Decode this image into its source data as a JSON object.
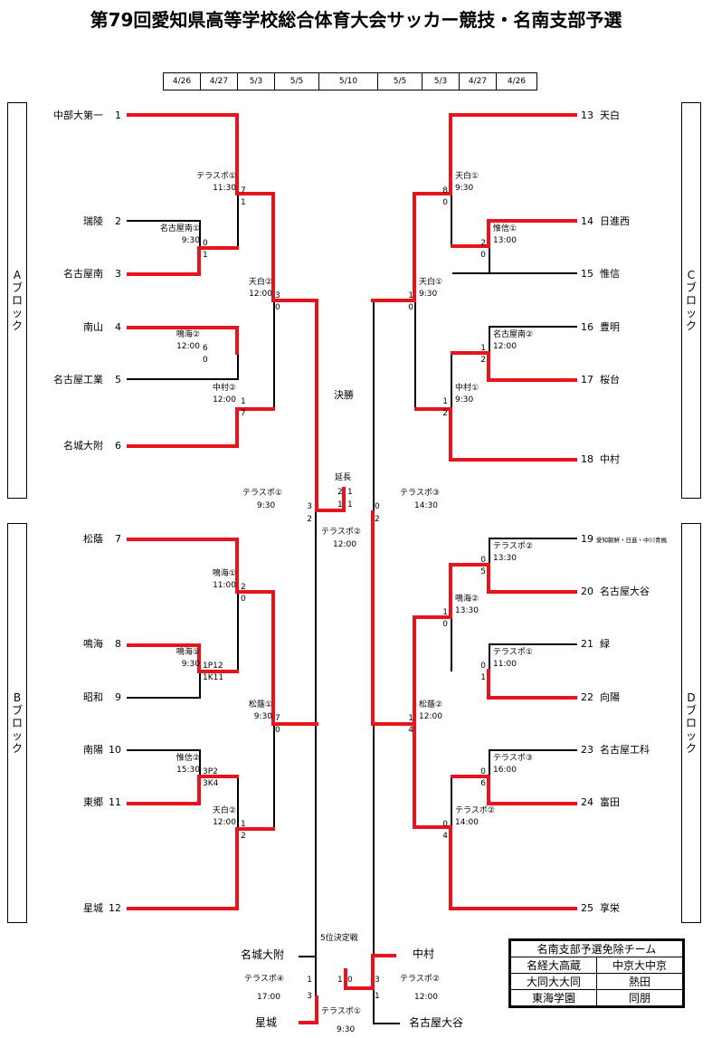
{
  "title": "第79回愛知県高等学校総合体育大会サッカー競技・名南支部予選",
  "dates": [
    "4/26",
    "4/27",
    "5/3",
    "5/5",
    "5/10",
    "5/5",
    "5/3",
    "4/27",
    "4/26"
  ],
  "blocks": {
    "a": "Aブロック",
    "b": "Bブロック",
    "c": "Cブロック",
    "d": "Dブロック"
  },
  "teams": {
    "t1": {
      "num": "1",
      "name": "中部大第一"
    },
    "t2": {
      "num": "2",
      "name": "瑞陵"
    },
    "t3": {
      "num": "3",
      "name": "名古屋南"
    },
    "t4": {
      "num": "4",
      "name": "南山"
    },
    "t5": {
      "num": "5",
      "name": "名古屋工業"
    },
    "t6": {
      "num": "6",
      "name": "名城大附"
    },
    "t7": {
      "num": "7",
      "name": "松蔭"
    },
    "t8": {
      "num": "8",
      "name": "鳴海"
    },
    "t9": {
      "num": "9",
      "name": "昭和"
    },
    "t10": {
      "num": "10",
      "name": "南陽"
    },
    "t11": {
      "num": "11",
      "name": "東郷"
    },
    "t12": {
      "num": "12",
      "name": "星城"
    },
    "t13": {
      "num": "13",
      "name": "天白"
    },
    "t14": {
      "num": "14",
      "name": "日進西"
    },
    "t15": {
      "num": "15",
      "name": "惟信"
    },
    "t16": {
      "num": "16",
      "name": "豊明"
    },
    "t17": {
      "num": "17",
      "name": "桜台"
    },
    "t18": {
      "num": "18",
      "name": "中村"
    },
    "t19": {
      "num": "19",
      "name": "愛知朝鮮・日進・中川青楓"
    },
    "t20": {
      "num": "20",
      "name": "名古屋大谷"
    },
    "t21": {
      "num": "21",
      "name": "緑"
    },
    "t22": {
      "num": "22",
      "name": "向陽"
    },
    "t23": {
      "num": "23",
      "name": "名古屋工科"
    },
    "t24": {
      "num": "24",
      "name": "富田"
    },
    "t25": {
      "num": "25",
      "name": "享栄"
    }
  },
  "venues": {
    "m_a1": {
      "venue": "テラスポ①",
      "time": "11:30"
    },
    "m_a2": {
      "venue": "名古屋南①",
      "time": "9:30"
    },
    "m_a3": {
      "venue": "天白②",
      "time": "12:00"
    },
    "m_a4": {
      "venue": "鳴海②",
      "time": "12:00"
    },
    "m_a5": {
      "venue": "中村②",
      "time": "12:00"
    },
    "m_b1": {
      "venue": "鳴海①",
      "time": "11:00"
    },
    "m_b2": {
      "venue": "鳴海①",
      "time": "9:30"
    },
    "m_b3": {
      "venue": "松蔭①",
      "time": "9:30"
    },
    "m_b4": {
      "venue": "惟信②",
      "time": "15:30"
    },
    "m_b5": {
      "venue": "天白②",
      "time": "12:00"
    },
    "m_c1": {
      "venue": "天白①",
      "time": "9:30"
    },
    "m_c2": {
      "venue": "惟信①",
      "time": "13:00"
    },
    "m_c3": {
      "venue": "天白①",
      "time": "9:30"
    },
    "m_c4": {
      "venue": "名古屋南②",
      "time": "12:00"
    },
    "m_c5": {
      "venue": "中村①",
      "time": "9:30"
    },
    "m_d1": {
      "venue": "テラスポ②",
      "time": "13:30"
    },
    "m_d2": {
      "venue": "鳴海②",
      "time": "13:30"
    },
    "m_d3": {
      "venue": "テラスポ①",
      "time": "11:00"
    },
    "m_d4": {
      "venue": "松蔭②",
      "time": "12:00"
    },
    "m_d5": {
      "venue": "テラスポ③",
      "time": "16:00"
    },
    "m_d6": {
      "venue": "テラスポ②",
      "time": "14:00"
    },
    "sf_l": {
      "venue": "テラスポ①",
      "time": "9:30"
    },
    "sf_r": {
      "venue": "テラスポ③",
      "time": "14:30"
    },
    "fin": {
      "venue": "テラスポ②",
      "time": "12:00"
    },
    "p5l": {
      "venue": "テラスポ④",
      "time": "17:00"
    },
    "p5r": {
      "venue": "テラスポ②",
      "time": "12:00"
    },
    "p5c": {
      "venue": "テラスポ①",
      "time": "9:30"
    }
  },
  "scores": {
    "a1_t": "7",
    "a1_b": "1",
    "a2_t": "0",
    "a2_b": "1",
    "a3_t": "3",
    "a3_b": "0",
    "a4_t": "6",
    "a4_b": "0",
    "a5_t": "1",
    "a5_b": "7",
    "b1_t": "2",
    "b1_b": "0",
    "b2_t": "1P12",
    "b2_b": "1K11",
    "b3_t": "7",
    "b3_b": "0",
    "b4_t": "3P2",
    "b4_b": "3K4",
    "b5_t": "1",
    "b5_b": "2",
    "c1_t": "8",
    "c1_b": "0",
    "c2_t": "2",
    "c2_b": "0",
    "c3_t": "1",
    "c3_b": "0",
    "c4_t": "1",
    "c4_b": "2",
    "c5_t": "1",
    "c5_b": "2",
    "d1_t": "0",
    "d1_b": "5",
    "d2_t": "1",
    "d2_b": "0",
    "d3_t": "0",
    "d3_b": "1",
    "d4_t": "1",
    "d4_b": "4",
    "d5_t": "0",
    "d5_b": "6",
    "d6_t": "0",
    "d6_b": "4",
    "sfl_t": "3",
    "sfl_b": "2",
    "sfr_t": "0",
    "sfr_b": "2",
    "fin_l_top": "2",
    "fin_r_top": "1",
    "fin_l_bot": "1",
    "fin_r_bot": "1",
    "p5_l_top": "1",
    "p5_l_bot": "3",
    "p5_r_top": "3",
    "p5_r_bot": "1",
    "p5_cl": "1",
    "p5_cr": "0"
  },
  "labels": {
    "final": "決勝",
    "extra": "延長",
    "fifth": "5位決定戦"
  },
  "fifth_place": {
    "lt": "名城大附",
    "lb": "星城",
    "rt": "中村",
    "rb": "名古屋大谷"
  },
  "exempt": {
    "title": "名南支部予選免除チーム",
    "rows": [
      [
        "名経大高蔵",
        "中京大中京"
      ],
      [
        "大同大大同",
        "熱田"
      ],
      [
        "東海学園",
        "同朋"
      ]
    ]
  }
}
